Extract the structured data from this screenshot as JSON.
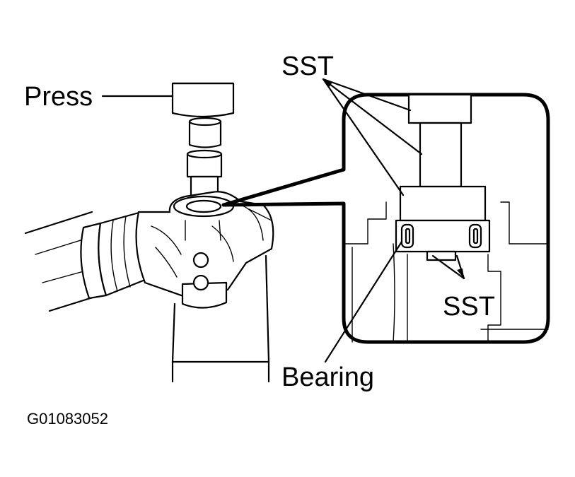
{
  "labels": {
    "press": "Press",
    "sst_top": "SST",
    "sst_bottom": "SST",
    "bearing": "Bearing",
    "figure_code": "G01083052"
  }
}
